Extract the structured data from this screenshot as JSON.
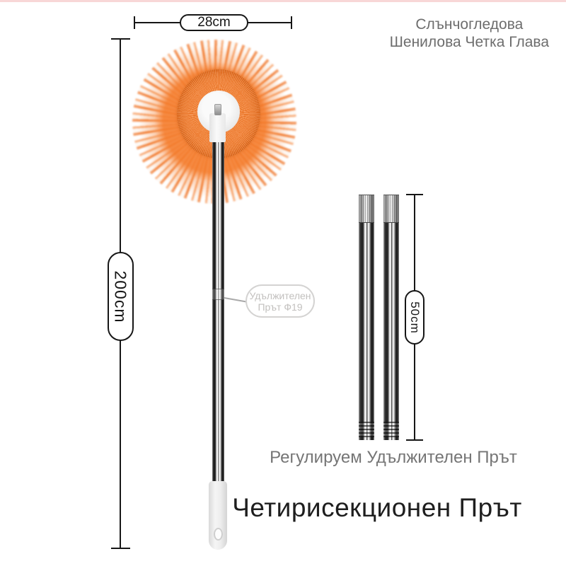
{
  "dimensions": {
    "head_width": "28cm",
    "pole_length": "200cm",
    "section_length": "50cm"
  },
  "tag": {
    "line1": "Удължителен",
    "line2": "Прът Ф19"
  },
  "captions": {
    "head": {
      "line1": "Слънчогледова",
      "line2": "Шенилова Четка Глава"
    },
    "extension": "Регулируем Удължителен Прът",
    "main_title": "Четирисекционен Прът"
  },
  "colors": {
    "accent_orange": "#f57a26",
    "fringe_white": "#fdf6f0",
    "dimension_line": "#161616",
    "caption_gray": "#6d6d6d",
    "tag_gray": "#c2c0be",
    "title_dark": "#1e1e1e",
    "top_strip_pink": "#f8d7d7",
    "pole_metal_dark": "#2b2b2b",
    "handle_gray": "#ededed"
  }
}
